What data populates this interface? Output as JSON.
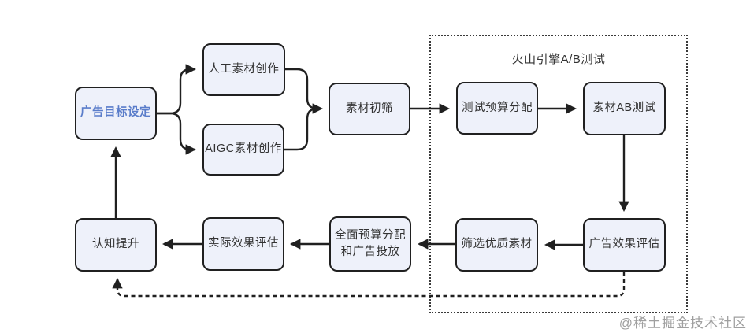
{
  "diagram": {
    "group": {
      "title": "火山引擎A/B测试"
    },
    "watermark": "@稀土掘金技术社区",
    "colors": {
      "background": "#ffffff",
      "node_fill": "#eef1fa",
      "node_border": "#202020",
      "node_text": "#333333",
      "highlight_text": "#5a7dca",
      "line": "#202020",
      "group_border": "#3a3a3a",
      "watermark": "#9f9f9f"
    },
    "nodes": [
      {
        "id": "ad-goal",
        "label": "广告目标设定"
      },
      {
        "id": "manual-creation",
        "label": "人工素材创作"
      },
      {
        "id": "aigc-creation",
        "label": "AIGC素材创作"
      },
      {
        "id": "initial-screening",
        "label": "素材初筛"
      },
      {
        "id": "test-budget",
        "label": "测试预算分配"
      },
      {
        "id": "material-ab-test",
        "label": "素材AB测试"
      },
      {
        "id": "cognition-boost",
        "label": "认知提升"
      },
      {
        "id": "actual-evaluation",
        "label": "实际效果评估"
      },
      {
        "id": "full-budget-launch",
        "label": "全面预算分配\n和广告投放"
      },
      {
        "id": "filter-materials",
        "label": "筛选优质素材"
      },
      {
        "id": "ad-effect-eval",
        "label": "广告效果评估"
      }
    ],
    "edges": [
      {
        "from": "广告目标设定",
        "to": "人工素材创作",
        "style": "solid"
      },
      {
        "from": "广告目标设定",
        "to": "AIGC素材创作",
        "style": "solid"
      },
      {
        "from": "人工素材创作",
        "to": "素材初筛",
        "style": "solid"
      },
      {
        "from": "AIGC素材创作",
        "to": "素材初筛",
        "style": "solid"
      },
      {
        "from": "素材初筛",
        "to": "测试预算分配",
        "style": "solid"
      },
      {
        "from": "测试预算分配",
        "to": "素材AB测试",
        "style": "solid"
      },
      {
        "from": "素材AB测试",
        "to": "广告效果评估",
        "style": "solid"
      },
      {
        "from": "广告效果评估",
        "to": "筛选优质素材",
        "style": "solid"
      },
      {
        "from": "筛选优质素材",
        "to": "全面预算分配和广告投放",
        "style": "solid"
      },
      {
        "from": "全面预算分配和广告投放",
        "to": "实际效果评估",
        "style": "solid"
      },
      {
        "from": "实际效果评估",
        "to": "认知提升",
        "style": "solid"
      },
      {
        "from": "认知提升",
        "to": "广告目标设定",
        "style": "solid"
      },
      {
        "from": "广告效果评估",
        "to": "认知提升",
        "style": "dashed"
      }
    ]
  }
}
